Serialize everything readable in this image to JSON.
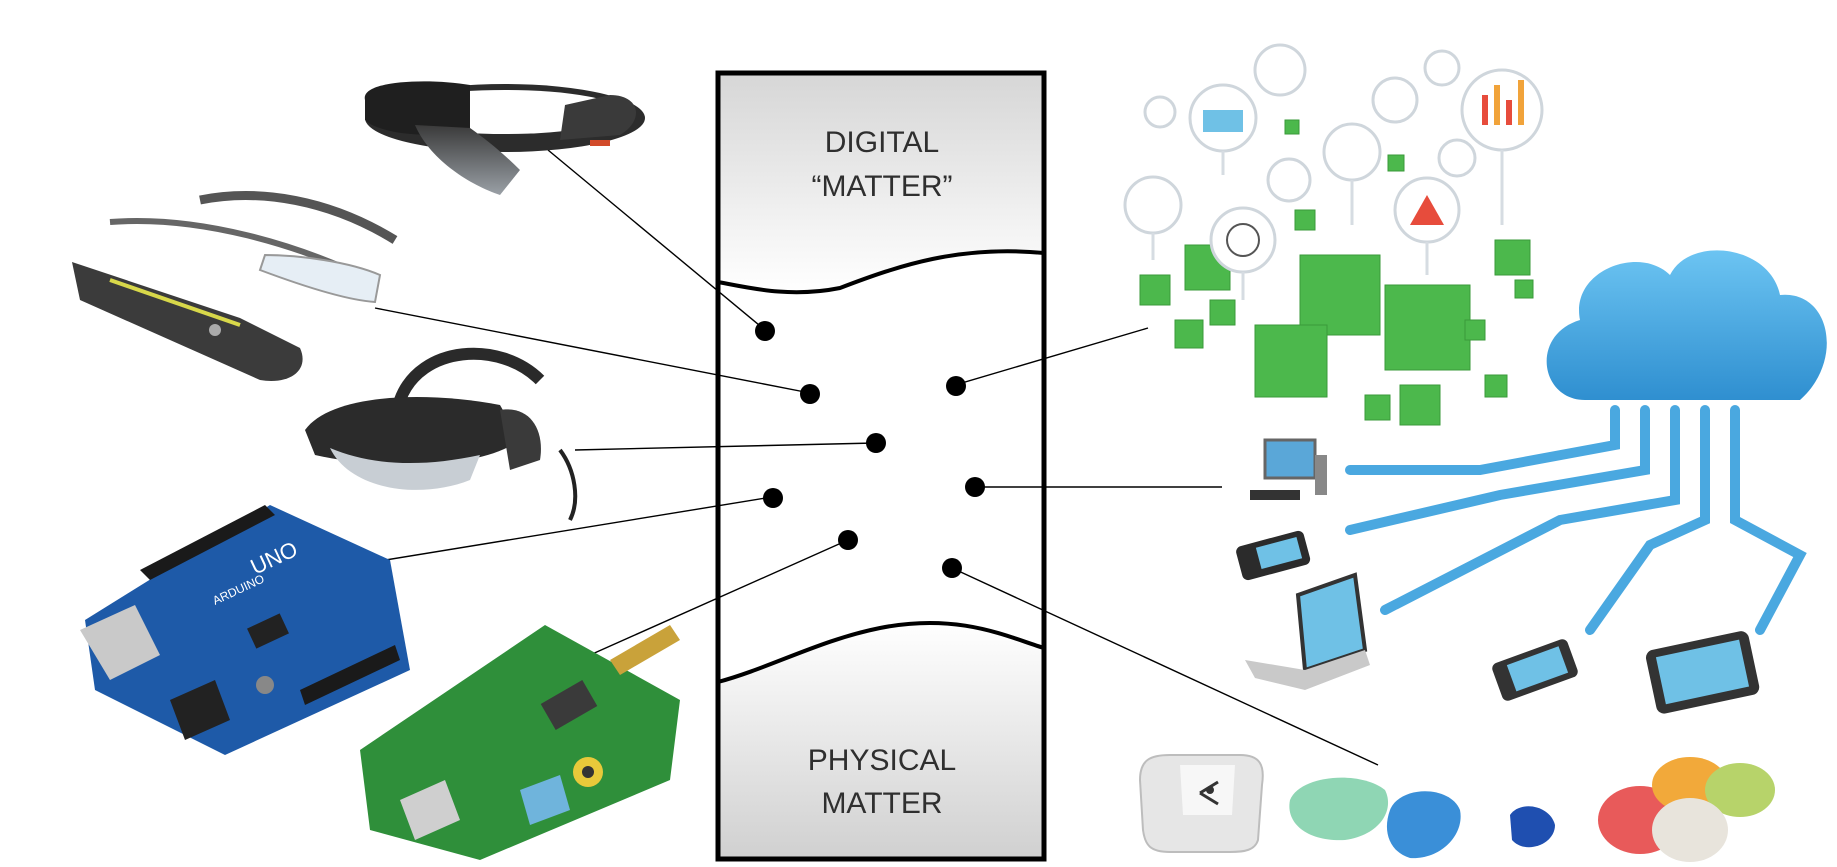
{
  "center": {
    "top_label": [
      "DIGITAL",
      "“MATTER”"
    ],
    "bottom_label": [
      "PHYSICAL",
      "MATTER"
    ]
  },
  "left_devices": [
    {
      "name": "hololens-headset"
    },
    {
      "name": "smart-glasses"
    },
    {
      "name": "meta-ar-headset"
    },
    {
      "name": "arduino-uno-board"
    },
    {
      "name": "raspberry-pi-board"
    }
  ],
  "right_items": [
    {
      "name": "data-analytics-cubes"
    },
    {
      "name": "cloud-devices"
    },
    {
      "name": "beacons"
    }
  ],
  "arduino_text": [
    "UNO",
    "ARDUINO"
  ],
  "colors": {
    "green": "#4cb84c",
    "cloud": "#4aa8e0",
    "board_blue": "#1e5aa8",
    "pcb_green": "#2f8f3a"
  }
}
